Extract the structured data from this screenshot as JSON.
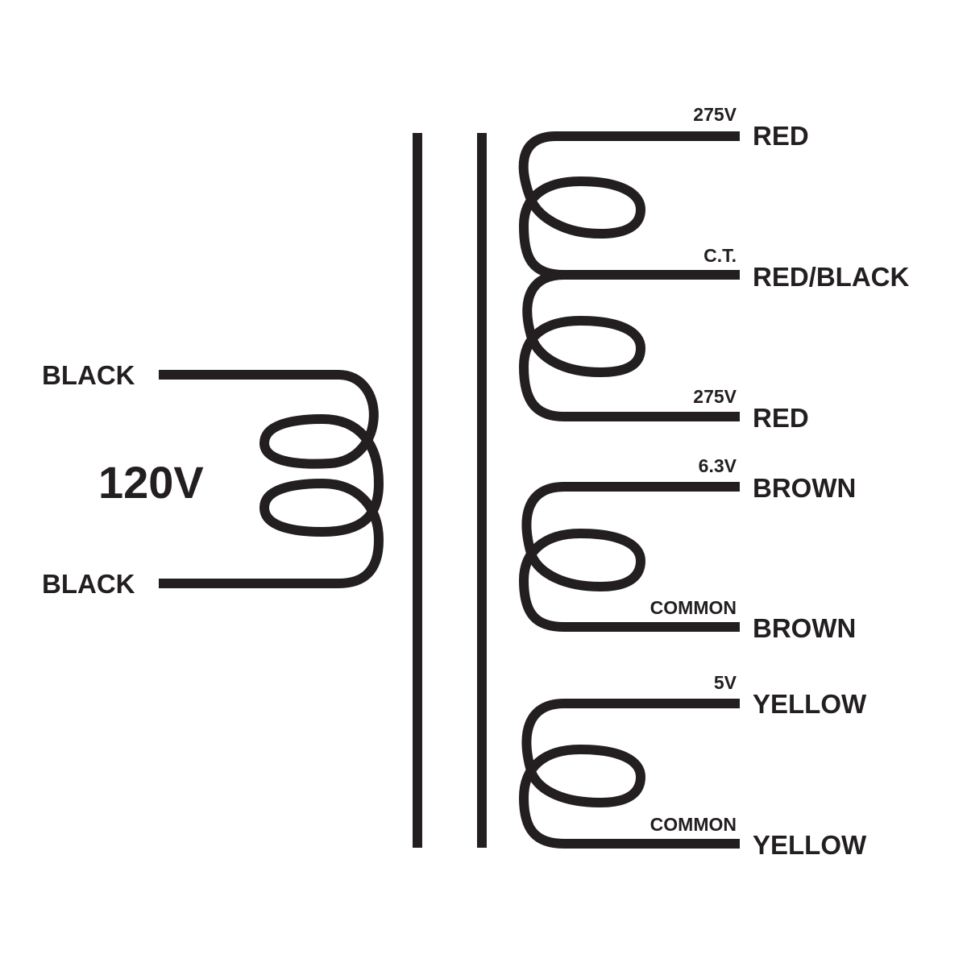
{
  "primary": {
    "voltage": "120V",
    "lead_top": "BLACK",
    "lead_bottom": "BLACK"
  },
  "secondaries": [
    {
      "name": "high-voltage",
      "leads": [
        {
          "voltage": "275V",
          "color": "RED"
        },
        {
          "voltage": "C.T.",
          "color": "RED/BLACK"
        },
        {
          "voltage": "275V",
          "color": "RED"
        }
      ]
    },
    {
      "name": "heater-6v3",
      "leads": [
        {
          "voltage": "6.3V",
          "color": "BROWN"
        },
        {
          "voltage": "COMMON",
          "color": "BROWN"
        }
      ]
    },
    {
      "name": "rectifier-5v",
      "leads": [
        {
          "voltage": "5V",
          "color": "YELLOW"
        },
        {
          "voltage": "COMMON",
          "color": "YELLOW"
        }
      ]
    }
  ],
  "colors": {
    "ink": "#231f20",
    "background": "#ffffff"
  }
}
